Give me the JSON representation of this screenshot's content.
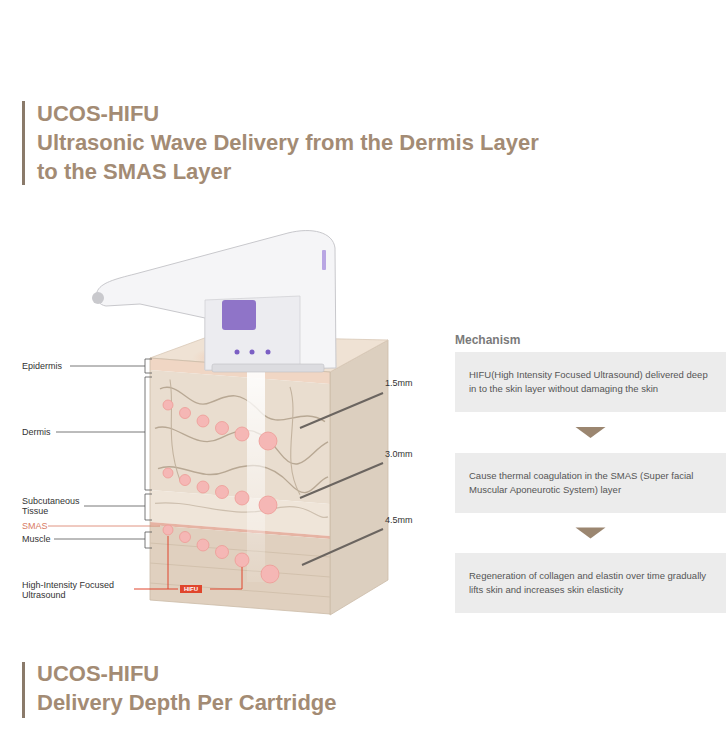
{
  "diagram": {
    "title": "UCOS-HIFU",
    "nodes": [
      {
        "text": [
          "HIFU(High Intensity Focused Ultrasound) delivered deep in to the skin layer without damaging the skin"
        ]
      },
      {
        "text": [
          "Cause thermal coagulation in the SMAS (Super facial Muscular Aponeurotic System) layer"
        ]
      },
      {
        "text": [
          "Regeneration of collagen and elastin over time gradually lifts skin and increases skin elasticity"
        ]
      }
    ],
    "edges": [
      {
        "from": 0,
        "to": 1,
        "arrow": "to"
      },
      {
        "from": 1,
        "to": 2,
        "arrow": "to"
      }
    ],
    "labels": [
      "Ultrasonic Wave Delivery from the Dermis Layer to the SMAS Layer",
      "Mechanism",
      "Epidermis",
      "Dermis",
      "Subcutaneous Tissue",
      "SMAS",
      "Muscle",
      "High-Intensity Focused Ultrasound",
      "HIFU",
      "1.5mm",
      "3.0mm",
      "4.5mm",
      "UCOS-HIFU",
      "Delivery Depth Per Cartridge"
    ]
  }
}
